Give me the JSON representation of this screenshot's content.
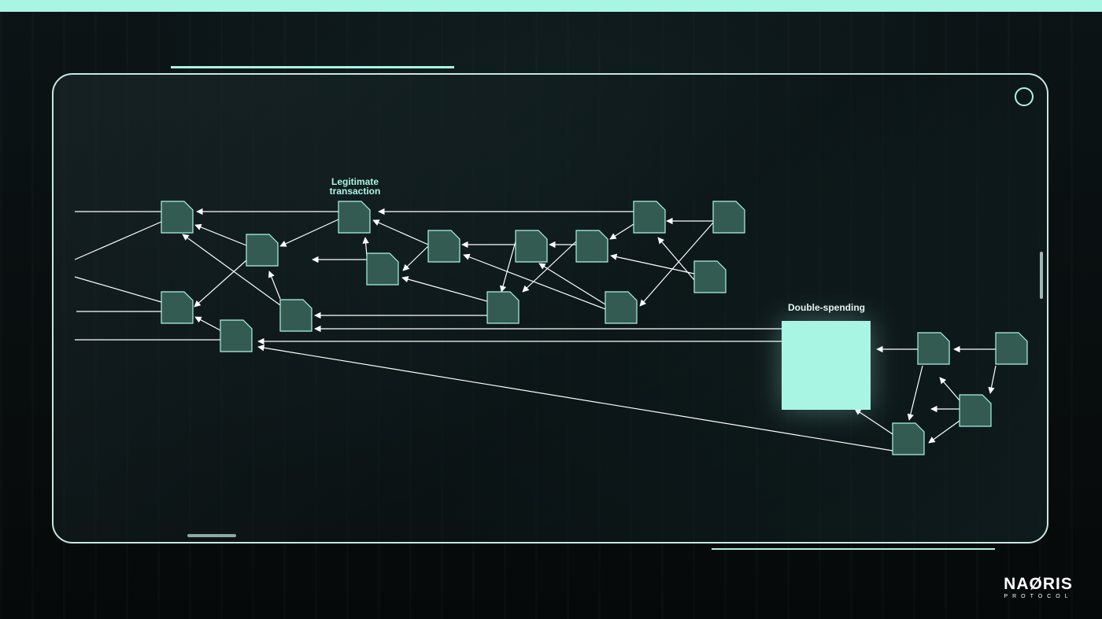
{
  "diagram": {
    "legit_label_line1": "Legitimate",
    "legit_label_line2": "transaction",
    "double_label": "Double-spending"
  },
  "brand": {
    "name": "NAØRIS",
    "sub": "PROTOCOL"
  },
  "colors": {
    "accent": "#a9f5e4",
    "node_fill": "#345b52",
    "edge": "#ffffff"
  }
}
